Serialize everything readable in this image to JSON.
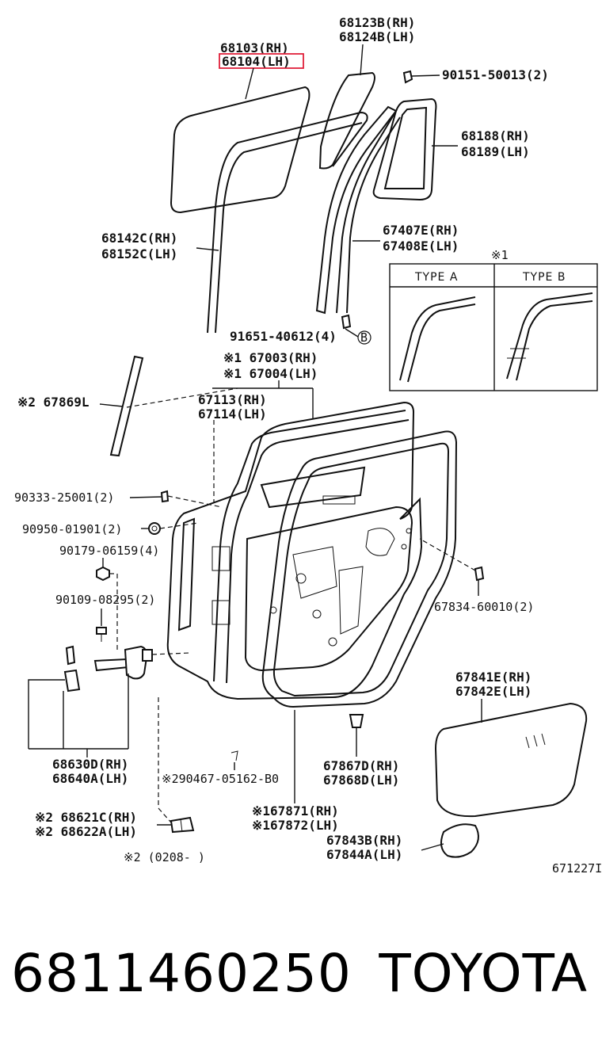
{
  "labels": {
    "l68103": "68103(RH)",
    "l68104": "68104(LH)",
    "l68123b": "68123B(RH)",
    "l68124b": "68124B(LH)",
    "l90151": "90151-50013(2)",
    "l68188": "68188(RH)",
    "l68189": "68189(LH)",
    "l68142c": "68142C(RH)",
    "l68152c": "68152C(LH)",
    "l67407e": "67407E(RH)",
    "l67408e": "67408E(LH)",
    "mark1_box": "※1",
    "type_a": "TYPE  A",
    "type_b": "TYPE  B",
    "l91651": "91651-40612(4)",
    "circle_b": "B",
    "l67003": "※1 67003(RH)",
    "l67004": "※1 67004(LH)",
    "l67869l": "※2 67869L",
    "l67113": "67113(RH)",
    "l67114": "67114(LH)",
    "l90333": "90333-25001(2)",
    "l90950": "90950-01901(2)",
    "l90179": "90179-06159(4)",
    "l90109": "90109-08295(2)",
    "l67834": "67834-60010(2)",
    "l67841e": "67841E(RH)",
    "l67842e": "67842E(LH)",
    "l68630d": "68630D(RH)",
    "l68640a": "68640A(LH)",
    "l90467": "※290467-05162-B0",
    "l67867d": "67867D(RH)",
    "l67868d": "67868D(LH)",
    "l68621c": "※2 68621C(RH)",
    "l68622a": "※2 68622A(LH)",
    "l67871": "※167871(RH)",
    "l67872": "※167872(LH)",
    "l67843b": "67843B(RH)",
    "l67844a": "67844A(LH)",
    "note2": "※2  (0208-      )",
    "fig_code": "671227I"
  },
  "highlight_color": "#e0203a",
  "footer": {
    "part_number": "6811460250",
    "brand": "TOYOTA"
  }
}
